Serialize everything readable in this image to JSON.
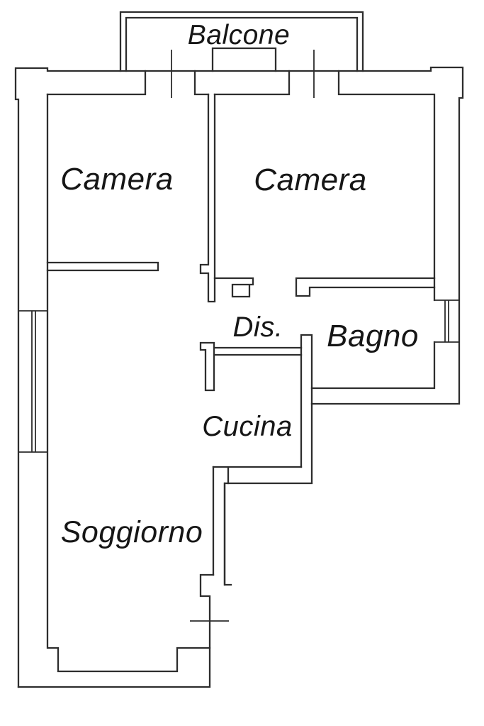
{
  "diagram": {
    "type": "floor-plan"
  },
  "colors": {
    "background": "#ffffff",
    "wall": "#2d2d2d",
    "label": "#161616"
  },
  "rooms": {
    "balcone": {
      "label": "Balcone"
    },
    "camera_left": {
      "label": "Camera"
    },
    "camera_right": {
      "label": "Camera"
    },
    "dis": {
      "label": "Dis."
    },
    "bagno": {
      "label": "Bagno"
    },
    "cucina": {
      "label": "Cucina"
    },
    "soggiorno": {
      "label": "Soggiorno"
    }
  }
}
